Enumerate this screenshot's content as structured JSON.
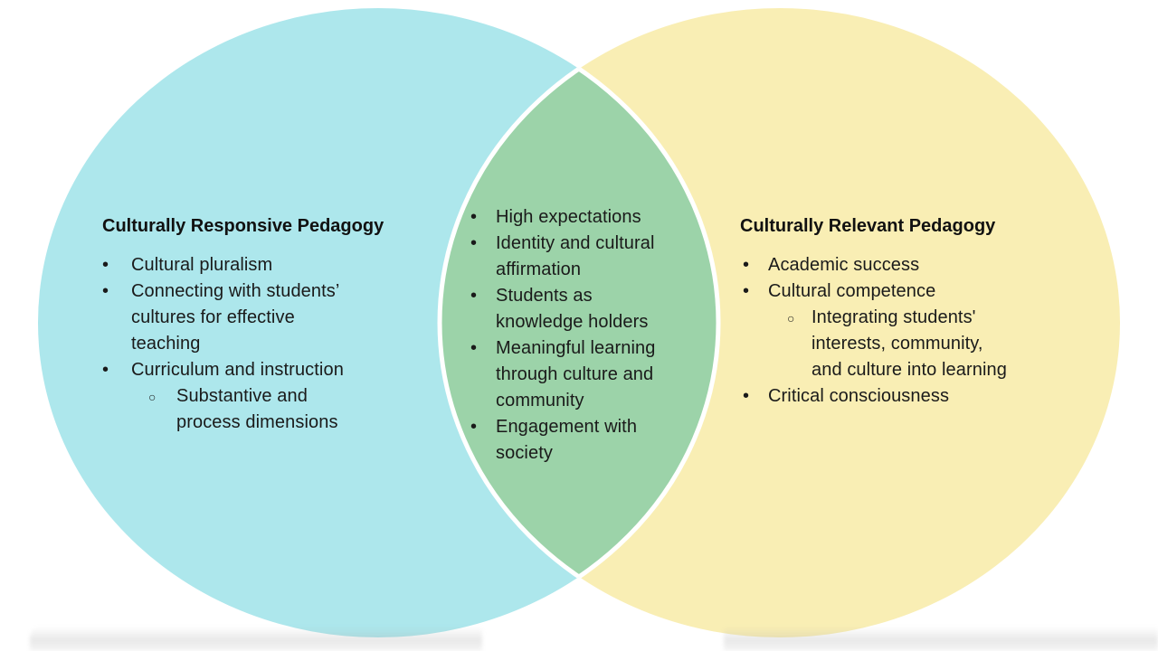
{
  "venn": {
    "divider_color": "#ffffff",
    "left_circle": {
      "title": "Culturally Responsive Pedagogy",
      "fill": "#ADE7EC",
      "items": [
        {
          "marker": "•",
          "level": 1,
          "text": "Cultural pluralism"
        },
        {
          "marker": "•",
          "level": 1,
          "text": "Connecting with students’\ncultures for effective\nteaching"
        },
        {
          "marker": "•",
          "level": 1,
          "text": "Curriculum and instruction"
        },
        {
          "marker": "○",
          "level": 2,
          "text": "Substantive and\nprocess dimensions"
        }
      ]
    },
    "overlap": {
      "fill": "#9CD3A9",
      "items": [
        {
          "marker": "•",
          "level": 1,
          "text": "High expectations"
        },
        {
          "marker": "•",
          "level": 1,
          "text": "Identity and cultural\naffirmation"
        },
        {
          "marker": "•",
          "level": 1,
          "text": "Students as\nknowledge holders"
        },
        {
          "marker": "•",
          "level": 1,
          "text": "Meaningful learning\nthrough culture and\ncommunity"
        },
        {
          "marker": "•",
          "level": 1,
          "text": "Engagement with\nsociety"
        }
      ]
    },
    "right_circle": {
      "title": "Culturally Relevant Pedagogy",
      "fill": "#F9EEB4",
      "items": [
        {
          "marker": "•",
          "level": 1,
          "text": "Academic success"
        },
        {
          "marker": "•",
          "level": 1,
          "text": "Cultural competence"
        },
        {
          "marker": "○",
          "level": 2,
          "text": "Integrating students'\ninterests, community,\nand culture into learning"
        },
        {
          "marker": "•",
          "level": 1,
          "text": "Critical consciousness"
        }
      ]
    }
  }
}
